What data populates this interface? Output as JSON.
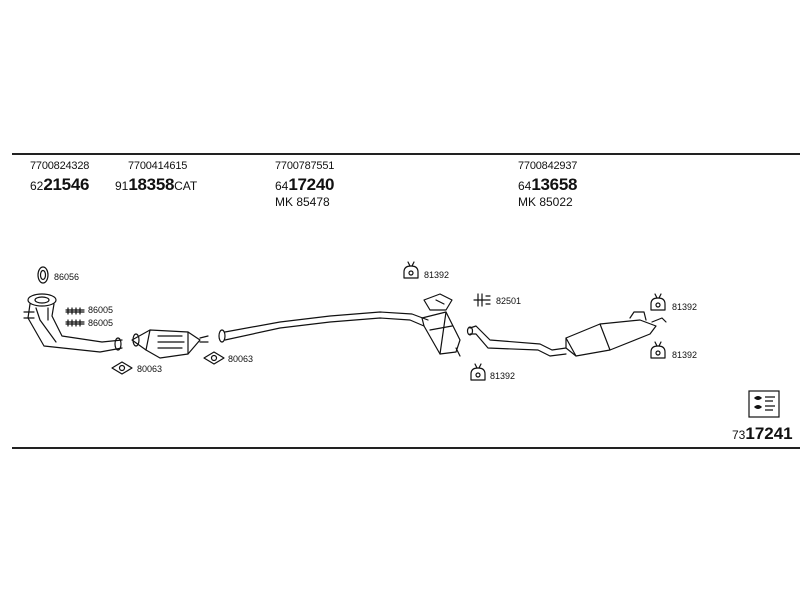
{
  "header": {
    "col1": {
      "oem": "7700824328",
      "pn_prefix": "62",
      "pn_main": "21546"
    },
    "col2": {
      "oem": "7700414615",
      "pn_prefix": "91",
      "pn_main": "18358",
      "pn_suffix": "CAT"
    },
    "col3": {
      "oem": "7700787551",
      "pn_prefix": "64",
      "pn_main": "17240",
      "mk": "MK  85478"
    },
    "col4": {
      "oem": "7700842937",
      "pn_prefix": "64",
      "pn_main": "13658",
      "mk": "MK  85022"
    }
  },
  "labels": {
    "l_86056": "86056",
    "l_86005a": "86005",
    "l_86005b": "86005",
    "l_80063a": "80063",
    "l_80063b": "80063",
    "l_81392a": "81392",
    "l_82501": "82501",
    "l_81392b": "81392",
    "l_81392c": "81392",
    "l_81392d": "81392"
  },
  "footer": {
    "pn_prefix": "73",
    "pn_main": "17241"
  },
  "icons": [
    "gasket-icon",
    "clamp-icon",
    "rubber-hanger-icon",
    "bolt-icon",
    "logo-icon"
  ]
}
